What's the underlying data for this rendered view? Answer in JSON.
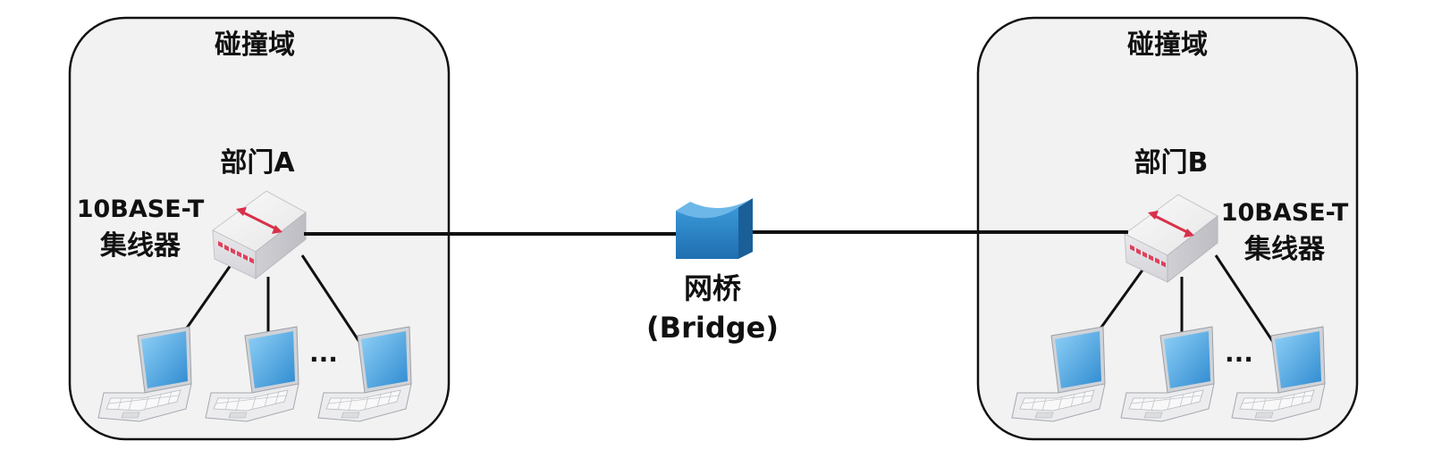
{
  "domains": [
    {
      "title": "碰撞域",
      "department": "部门A",
      "hub_label_line1": "10BASE-T",
      "hub_label_line2": "集线器",
      "ellipsis": "..."
    },
    {
      "title": "碰撞域",
      "department": "部门B",
      "hub_label_line1": "10BASE-T",
      "hub_label_line2": "集线器",
      "ellipsis": "..."
    }
  ],
  "bridge": {
    "label_line1": "网桥",
    "label_line2": "(Bridge)"
  },
  "colors": {
    "domain_fill": "#f2f2f2",
    "stroke": "#111111",
    "bridge_blue": "#2f86c6",
    "hub_arrow": "#d9304a",
    "laptop_screen": "#4aa3e0"
  },
  "icons": [
    "hub-icon",
    "bridge-icon",
    "laptop-icon"
  ]
}
